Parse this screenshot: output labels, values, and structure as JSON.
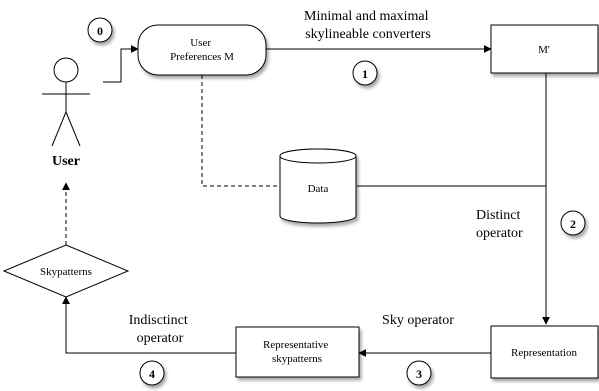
{
  "nodes": {
    "user": "User",
    "user_preferences": [
      "User",
      "Preferences M"
    ],
    "m_prime": "M'",
    "data": "Data",
    "representation": "Representation",
    "representative_skypatterns": [
      "Representative",
      "skypatterns"
    ],
    "skypatterns": "Skypatterns"
  },
  "edge_labels": {
    "converters": [
      "Minimal and maximal",
      "skylineable converters"
    ],
    "distinct": [
      "Distinct",
      "operator"
    ],
    "sky": "Sky operator",
    "indistinct": [
      "Indisctinct",
      "operator"
    ]
  },
  "steps": [
    "0",
    "1",
    "2",
    "3",
    "4"
  ]
}
